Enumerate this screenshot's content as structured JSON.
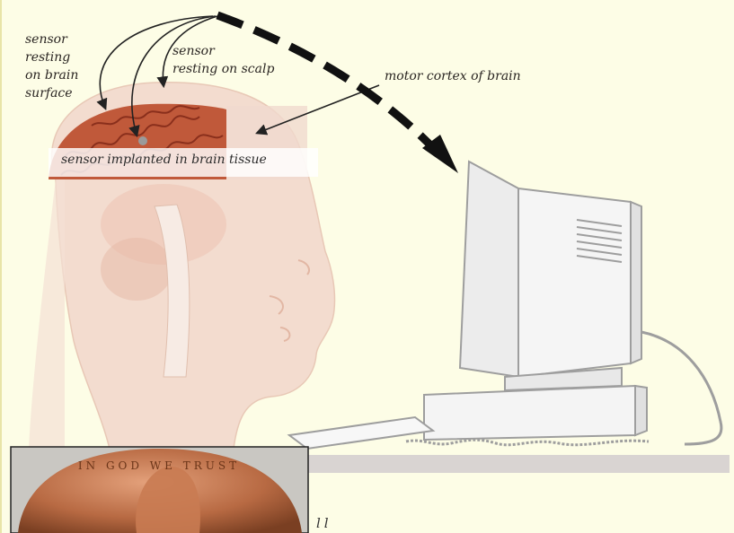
{
  "labels": {
    "sensor_brain_surface": "sensor\nresting\non brain\nsurface",
    "sensor_scalp": "sensor\nresting on scalp",
    "motor_cortex": "motor cortex of brain",
    "sensor_implanted": "sensor implanted in brain tissue",
    "coin_motto": "IN GOD WE TRUST",
    "bottom_caption": "ll"
  },
  "colors": {
    "background": "#fdfde6",
    "cortex": "#c0593a",
    "head": "#f1d7c8",
    "coin": "#b86a43"
  }
}
